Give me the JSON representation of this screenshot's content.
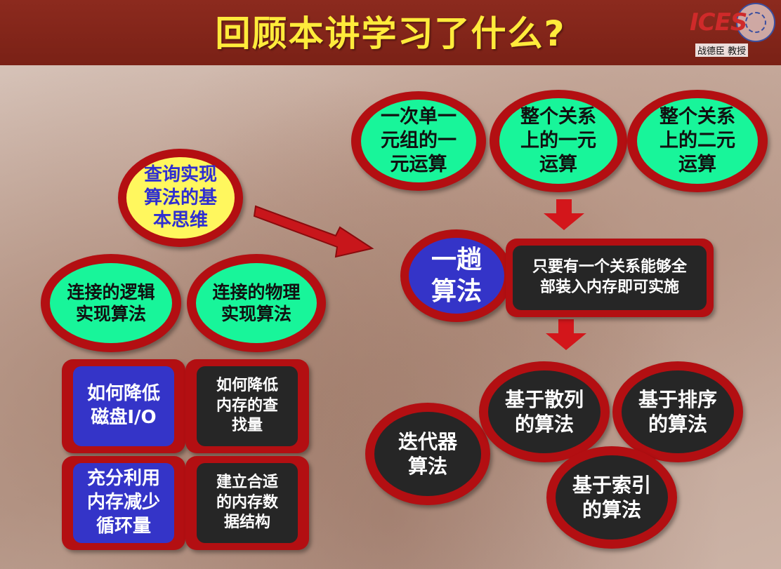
{
  "header": {
    "title": "回顾本讲学习了什么?",
    "logo_text": "ICES",
    "logo_sub": "战德臣 教授"
  },
  "query_idea": "查询实现\n算法的基本思维",
  "one_pass": {
    "label": "一趟\n算法",
    "note": "只要有一个关系能够全\n部装入内存即可实施",
    "ops": [
      "一次单一\n元组的一\n元运算",
      "整个关系\n上的一元\n运算",
      "整个关系\n上的二元\n运算"
    ],
    "kinds": [
      "迭代器\n算法",
      "基于散列\n的算法",
      "基于排序\n的算法",
      "基于索引\n的算法"
    ]
  },
  "join": {
    "logical": "连接的逻辑\n实现算法",
    "physical": "连接的物理\n实现算法",
    "items": [
      "如何降低\n磁盘I/O",
      "如何降低\n内存的查\n找量",
      "充分利用\n内存减少\n循环量",
      "建立合适\n的内存数\n据结构"
    ]
  },
  "colors": {
    "frame_red": "#b30f12",
    "green": "#18f59a",
    "yellow": "#fff75e",
    "blue": "#3434c8",
    "dark": "#262626",
    "title_yellow": "#ffeb3b",
    "header_brown": "#7a2116"
  }
}
